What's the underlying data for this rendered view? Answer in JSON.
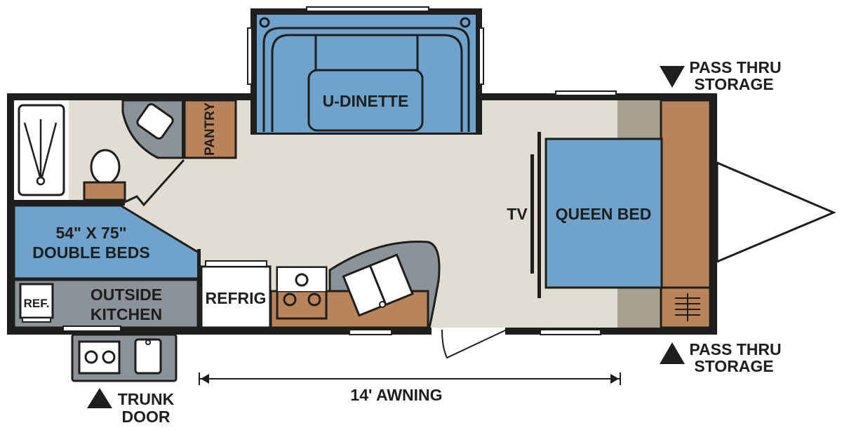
{
  "labels": {
    "dinette": "U-DINETTE",
    "pantry": "PANTRY",
    "double_beds_size": "54\" X 75\"",
    "double_beds": "DOUBLE BEDS",
    "outside": "OUTSIDE",
    "kitchen": "KITCHEN",
    "ref": "REF.",
    "refrig": "REFRIG",
    "tv": "TV",
    "queen_bed": "QUEEN BED",
    "pass_thru_top_1": "PASS THRU",
    "pass_thru_top_2": "STORAGE",
    "pass_thru_bottom_1": "PASS THRU",
    "pass_thru_bottom_2": "STORAGE",
    "trunk_1": "TRUNK",
    "trunk_2": "DOOR",
    "awning": "14' AWNING"
  },
  "colors": {
    "floor": "#e0ddd3",
    "blue": "#6fa3cb",
    "brown": "#b9845a",
    "gray": "#8b9399",
    "wall": "#1e1e1c",
    "tan": "#a9a18f"
  }
}
